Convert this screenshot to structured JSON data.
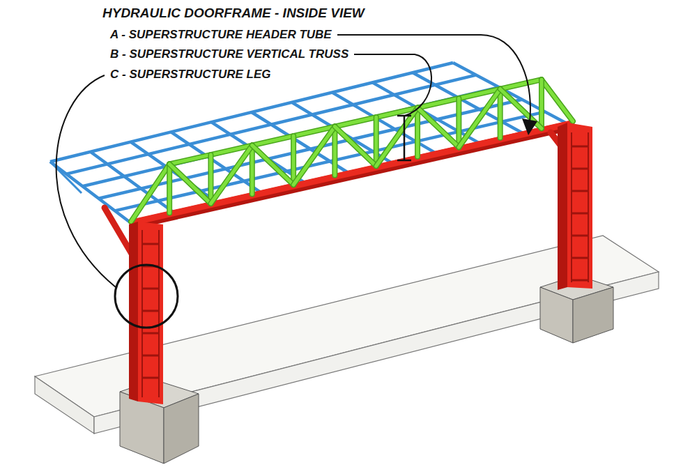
{
  "diagram": {
    "title": "HYDRAULIC DOORFRAME - INSIDE VIEW",
    "labels": [
      "A - SUPERSTRUCTURE HEADER TUBE",
      "B - SUPERSTRUCTURE VERTICAL TRUSS",
      "C - SUPERSTRUCTURE LEG"
    ]
  }
}
